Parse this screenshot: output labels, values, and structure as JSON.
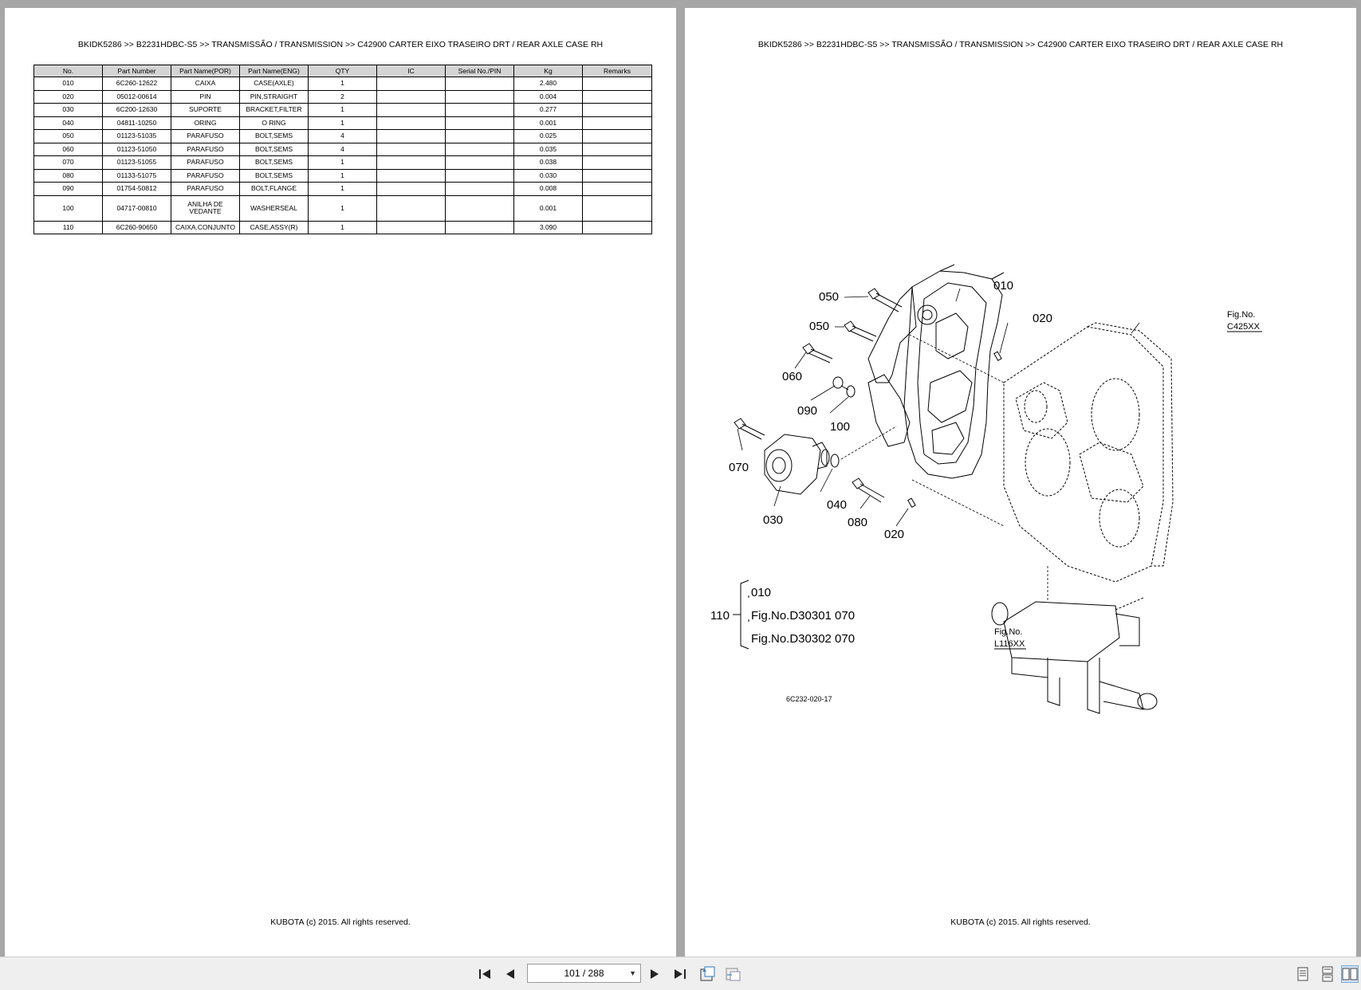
{
  "left_page": {
    "header": "BKIDK5286 >> B2231HDBC-S5 >> TRANSMISSÃO / TRANSMISSION >> C42900   CARTER EIXO TRASEIRO DRT / REAR AXLE CASE RH",
    "footer": "KUBOTA (c) 2015. All rights reserved.",
    "table": {
      "columns": [
        "No.",
        "Part Number",
        "Part Name(POR)",
        "Part Name(ENG)",
        "QTY",
        "IC",
        "Serial No./PIN",
        "Kg",
        "Remarks"
      ],
      "rows": [
        {
          "no": "010",
          "part_number": "6C260-12622",
          "name_por": "CAIXA",
          "name_eng": "CASE(AXLE)",
          "qty": "1",
          "ic": "",
          "serial": "",
          "kg": "2.480",
          "remarks": ""
        },
        {
          "no": "020",
          "part_number": "05012-00614",
          "name_por": "PIN",
          "name_eng": "PIN,STRAIGHT",
          "qty": "2",
          "ic": "",
          "serial": "",
          "kg": "0.004",
          "remarks": ""
        },
        {
          "no": "030",
          "part_number": "6C200-12630",
          "name_por": "SUPORTE",
          "name_eng": "BRACKET,FILTER",
          "qty": "1",
          "ic": "",
          "serial": "",
          "kg": "0.277",
          "remarks": ""
        },
        {
          "no": "040",
          "part_number": "04811-10250",
          "name_por": "ORING",
          "name_eng": "O RING",
          "qty": "1",
          "ic": "",
          "serial": "",
          "kg": "0.001",
          "remarks": ""
        },
        {
          "no": "050",
          "part_number": "01123-51035",
          "name_por": "PARAFUSO",
          "name_eng": "BOLT,SEMS",
          "qty": "4",
          "ic": "",
          "serial": "",
          "kg": "0.025",
          "remarks": ""
        },
        {
          "no": "060",
          "part_number": "01123-51050",
          "name_por": "PARAFUSO",
          "name_eng": "BOLT,SEMS",
          "qty": "4",
          "ic": "",
          "serial": "",
          "kg": "0.035",
          "remarks": ""
        },
        {
          "no": "070",
          "part_number": "01123-51055",
          "name_por": "PARAFUSO",
          "name_eng": "BOLT,SEMS",
          "qty": "1",
          "ic": "",
          "serial": "",
          "kg": "0.038",
          "remarks": ""
        },
        {
          "no": "080",
          "part_number": "01133-51075",
          "name_por": "PARAFUSO",
          "name_eng": "BOLT,SEMS",
          "qty": "1",
          "ic": "",
          "serial": "",
          "kg": "0.030",
          "remarks": ""
        },
        {
          "no": "090",
          "part_number": "01754-50812",
          "name_por": "PARAFUSO",
          "name_eng": "BOLT,FLANGE",
          "qty": "1",
          "ic": "",
          "serial": "",
          "kg": "0.008",
          "remarks": ""
        },
        {
          "no": "100",
          "part_number": "04717-00810",
          "name_por": "ANILHA DE VEDANTE",
          "name_eng": "WASHERSEAL",
          "qty": "1",
          "ic": "",
          "serial": "",
          "kg": "0.001",
          "remarks": ""
        },
        {
          "no": "110",
          "part_number": "6C260-90650",
          "name_por": "CAIXA.CONJUNTO",
          "name_eng": "CASE,ASSY(R)",
          "qty": "1",
          "ic": "",
          "serial": "",
          "kg": "3.090",
          "remarks": ""
        }
      ]
    }
  },
  "right_page": {
    "header": "BKIDK5286 >> B2231HDBC-S5 >> TRANSMISSÃO / TRANSMISSION >> C42900   CARTER EIXO TRASEIRO DRT / REAR AXLE CASE RH",
    "footer": "KUBOTA (c) 2015. All rights reserved.",
    "diagram": {
      "callouts": {
        "c010": "010",
        "c020a": "020",
        "c020b": "020",
        "c030": "030",
        "c040": "040",
        "c050a": "050",
        "c050b": "050",
        "c060": "060",
        "c070": "070",
        "c080": "080",
        "c090": "090",
        "c100": "100"
      },
      "fig_ref_top_label": "Fig.No.",
      "fig_ref_top_code": "C425XX",
      "fig_ref_bottom_label": "Fig.No.",
      "fig_ref_bottom_code": "L116XX",
      "assembly": {
        "label": "110",
        "line1": "010",
        "line2": "Fig.No.D30301  070",
        "line3": "Fig.No.D30302  070"
      },
      "drawing_code": "6C232-020-17"
    }
  },
  "toolbar": {
    "page_indicator": "101 / 288",
    "icons": [
      "first-page-icon",
      "prev-page-icon",
      "next-page-icon",
      "last-page-icon",
      "rotate-icon",
      "fit-icon",
      "single-page-view-icon",
      "continuous-view-icon",
      "two-page-view-icon"
    ]
  }
}
